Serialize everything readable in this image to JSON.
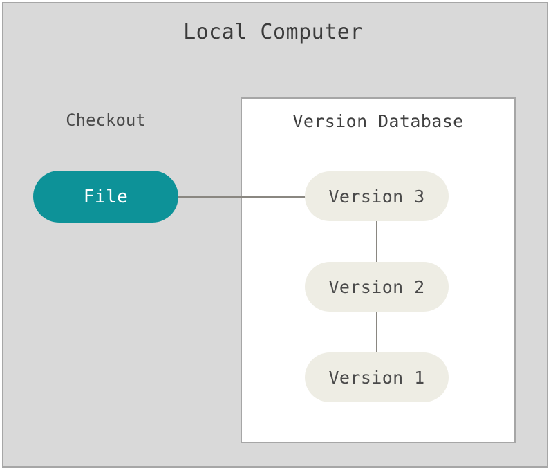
{
  "diagram": {
    "outer": {
      "title": "Local Computer",
      "background_color": "#d9d9d9",
      "border_color": "#a6a6a6"
    },
    "checkout": {
      "label": "Checkout",
      "node": {
        "label": "File",
        "fill_color": "#0d9298",
        "text_color": "#ffffff"
      }
    },
    "version_database": {
      "title": "Version Database",
      "background_color": "#ffffff",
      "border_color": "#a6a6a6",
      "nodes": [
        {
          "label": "Version 3",
          "fill_color": "#eeede4",
          "text_color": "#4a4a4a"
        },
        {
          "label": "Version 2",
          "fill_color": "#eeede4",
          "text_color": "#4a4a4a"
        },
        {
          "label": "Version 1",
          "fill_color": "#eeede4",
          "text_color": "#4a4a4a"
        }
      ]
    },
    "edges": [
      {
        "from": "File",
        "to": "Version 3",
        "orientation": "horizontal",
        "color": "#8a8781"
      },
      {
        "from": "Version 3",
        "to": "Version 2",
        "orientation": "vertical",
        "color": "#8a8781"
      },
      {
        "from": "Version 2",
        "to": "Version 1",
        "orientation": "vertical",
        "color": "#8a8781"
      }
    ]
  }
}
